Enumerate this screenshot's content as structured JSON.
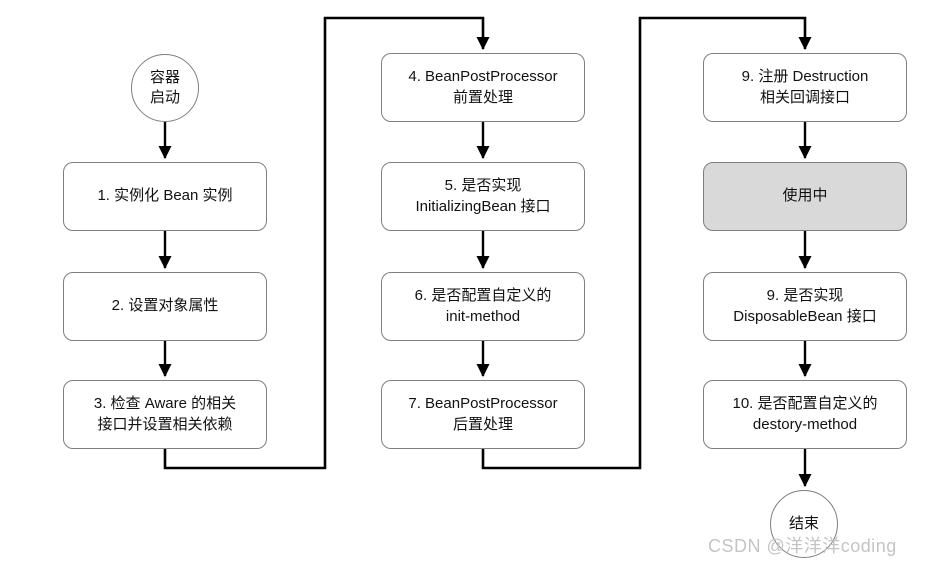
{
  "diagram": {
    "type": "flowchart",
    "colors": {
      "node_fill": "#ffffff",
      "node_border": "#7f7f7f",
      "in_use_fill": "#d9d9d9",
      "arrow": "#000000",
      "text": "#111111",
      "watermark": "#c4c4c4"
    },
    "nodes": {
      "start": {
        "shape": "circle",
        "label": "容器\n启动"
      },
      "step1": {
        "shape": "box",
        "label": "1. 实例化 Bean 实例"
      },
      "step2": {
        "shape": "box",
        "label": "2. 设置对象属性"
      },
      "step3": {
        "shape": "box",
        "label": "3. 检查 Aware 的相关\n接口并设置相关依赖"
      },
      "step4": {
        "shape": "box",
        "label": "4. BeanPostProcessor\n前置处理"
      },
      "step5": {
        "shape": "box",
        "label": "5. 是否实现\nInitializingBean 接口"
      },
      "step6": {
        "shape": "box",
        "label": "6. 是否配置自定义的\ninit-method"
      },
      "step7": {
        "shape": "box",
        "label": "7. BeanPostProcessor\n后置处理"
      },
      "step9_register": {
        "shape": "box",
        "label": "9. 注册 Destruction\n相关回调接口"
      },
      "in_use": {
        "shape": "box",
        "label": "使用中",
        "fill": "#d9d9d9"
      },
      "step9_disposable": {
        "shape": "box",
        "label": "9. 是否实现\nDisposableBean 接口"
      },
      "step10": {
        "shape": "box",
        "label": "10. 是否配置自定义的\ndestory-method"
      },
      "end": {
        "shape": "circle",
        "label": "结束"
      }
    },
    "edges": [
      {
        "from": "start",
        "to": "step1"
      },
      {
        "from": "step1",
        "to": "step2"
      },
      {
        "from": "step2",
        "to": "step3"
      },
      {
        "from": "step3",
        "to": "step4"
      },
      {
        "from": "step4",
        "to": "step5"
      },
      {
        "from": "step5",
        "to": "step6"
      },
      {
        "from": "step6",
        "to": "step7"
      },
      {
        "from": "step7",
        "to": "step9_register"
      },
      {
        "from": "step9_register",
        "to": "in_use"
      },
      {
        "from": "in_use",
        "to": "step9_disposable"
      },
      {
        "from": "step9_disposable",
        "to": "step10"
      },
      {
        "from": "step10",
        "to": "end"
      }
    ]
  },
  "watermark": {
    "text": "CSDN @洋洋洋coding"
  }
}
